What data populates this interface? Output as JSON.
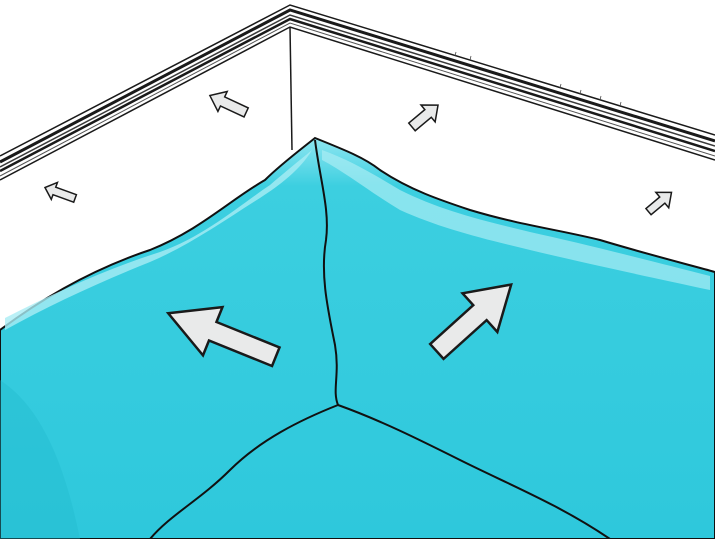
{
  "scene": {
    "subject": "pool-liner-corner",
    "colors": {
      "background": "#ffffff",
      "liner": "#3ccfe0",
      "liner_dark": "#1fb8cc",
      "liner_highlight": "#a9ecf4",
      "wall": "#ffffff",
      "outline": "#111111",
      "arrow_fill": "#e9eaea",
      "arrow_stroke": "#1a1a1a"
    },
    "arrows": [
      {
        "id": "wall-left-far",
        "direction": "up-left"
      },
      {
        "id": "wall-left-near",
        "direction": "up-left"
      },
      {
        "id": "wall-right-near",
        "direction": "up-right"
      },
      {
        "id": "wall-right-far",
        "direction": "up-right"
      },
      {
        "id": "floor-left",
        "direction": "up-left"
      },
      {
        "id": "floor-right",
        "direction": "up-right"
      }
    ]
  }
}
